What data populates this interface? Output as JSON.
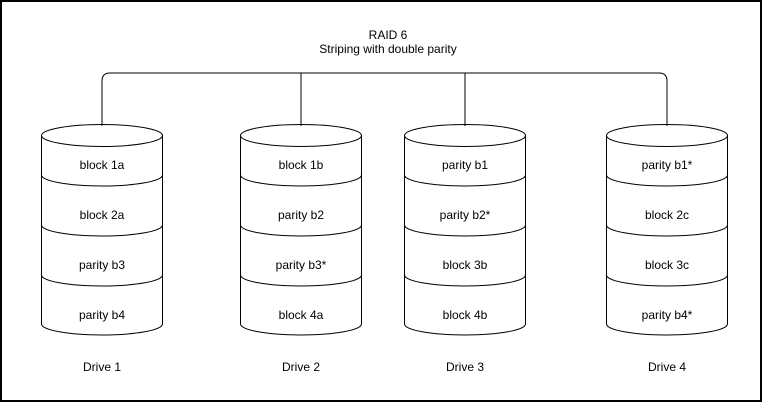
{
  "title": "RAID 6",
  "subtitle": "Striping with double parity",
  "drives": [
    {
      "name": "Drive 1",
      "blocks": [
        "block 1a",
        "block 2a",
        "parity b3",
        "parity b4"
      ]
    },
    {
      "name": "Drive 2",
      "blocks": [
        "block 1b",
        "parity b2",
        "parity b3*",
        "block 4a"
      ]
    },
    {
      "name": "Drive 3",
      "blocks": [
        "parity b1",
        "parity b2*",
        "block 3b",
        "block 4b"
      ]
    },
    {
      "name": "Drive 4",
      "blocks": [
        "parity b1*",
        "block 2c",
        "block 3c",
        "parity b4*"
      ]
    }
  ],
  "colors": {
    "stroke": "#000000",
    "background": "#ffffff",
    "text": "#000000"
  }
}
